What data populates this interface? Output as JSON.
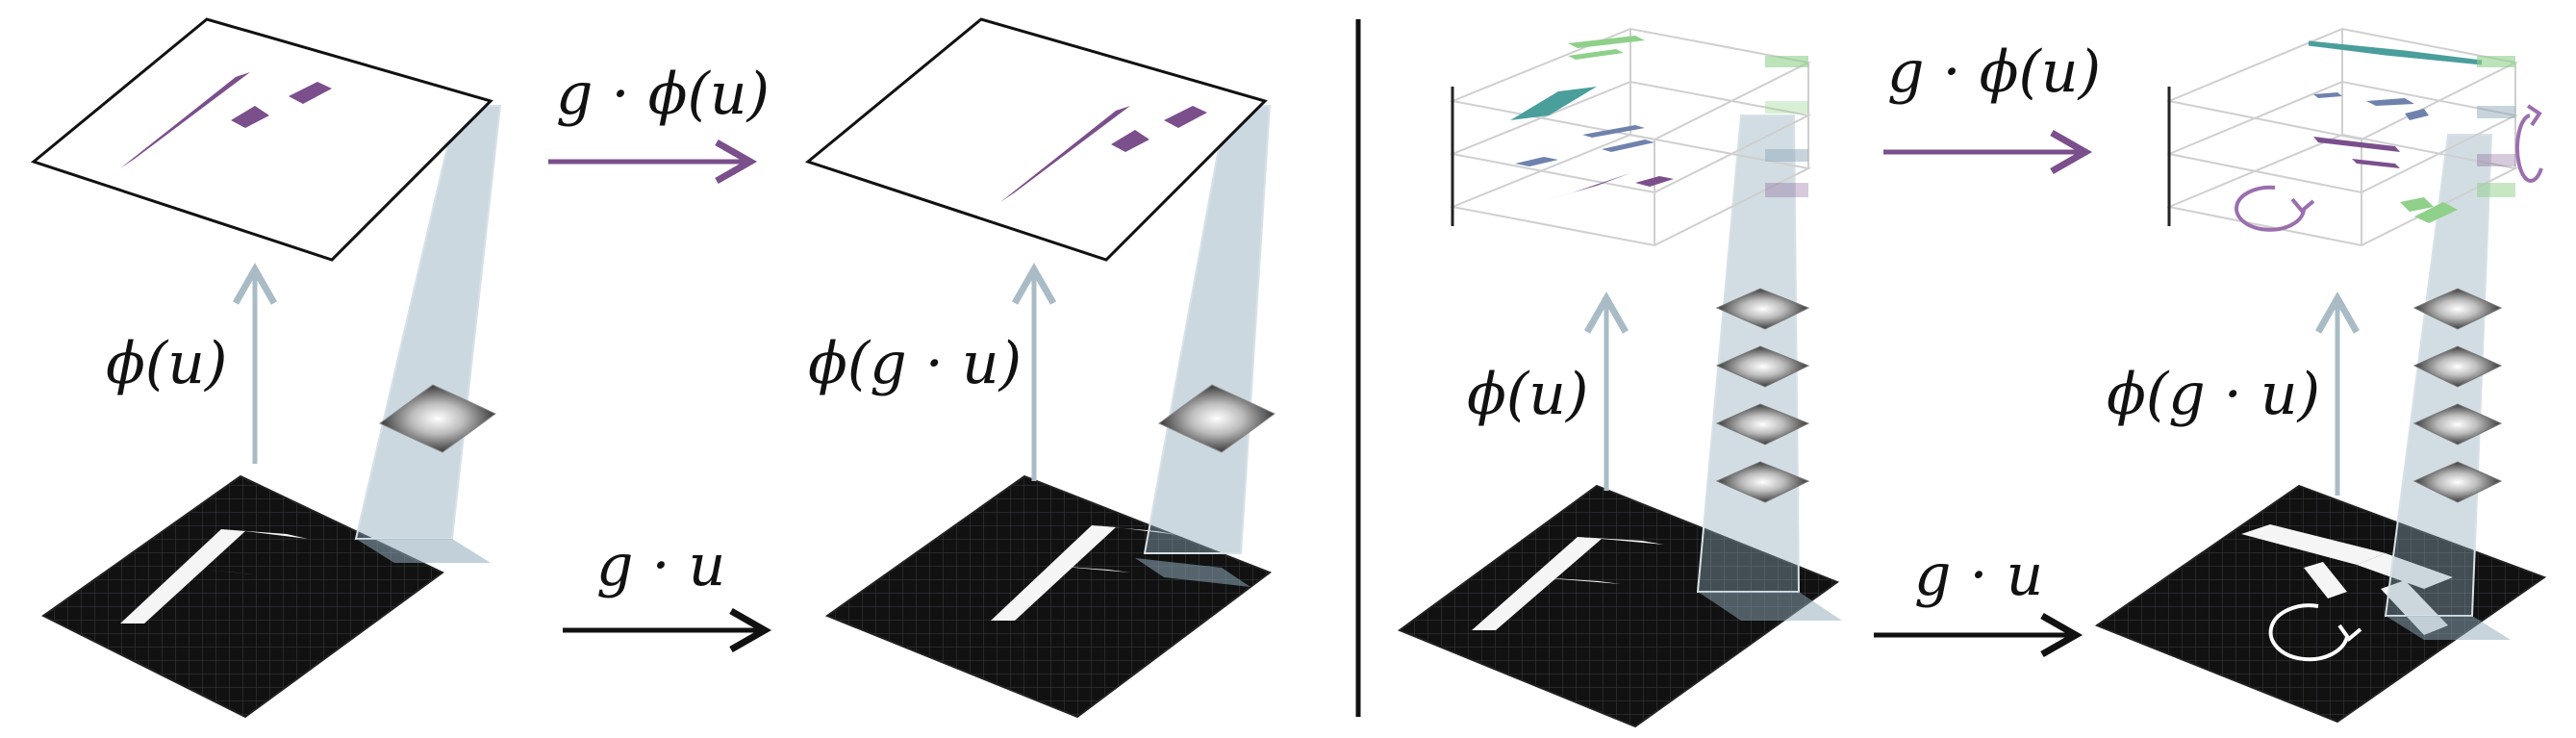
{
  "labels": {
    "phi_u": "ϕ(u)",
    "phi_gu": "ϕ(g · u)",
    "g_phi_u": "g · ϕ(u)",
    "g_u": "g · u"
  },
  "colors": {
    "feature_arrow": "#7b4f8c",
    "input_arrow": "#111111",
    "map_arrow": "#a9bcc5",
    "receptive_field": "#8fa9ba",
    "feature_purple": "#7b4f8c",
    "feature_blue": "#6f82ad",
    "feature_teal": "#4a9e9c",
    "feature_green": "#8fd08a",
    "grid_black": "#111111"
  },
  "icons": {
    "rotation_input": "circular-arrow-icon",
    "rotation_feature_left": "circular-arrow-icon",
    "rotation_feature_right": "circular-arrow-icon"
  }
}
